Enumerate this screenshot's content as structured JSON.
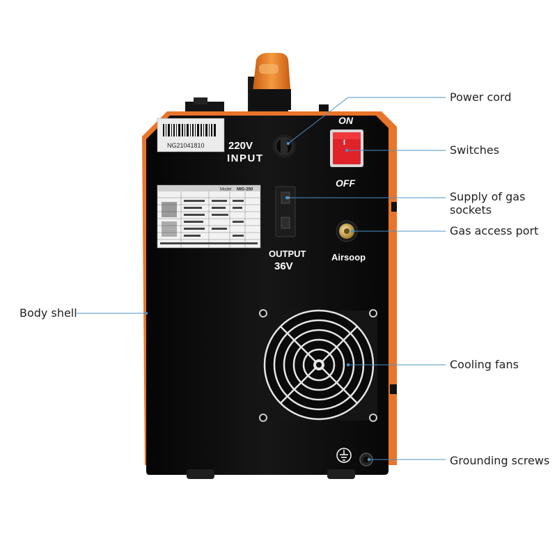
{
  "colors": {
    "accent": "#e8752a",
    "body": "#0d0d0d",
    "leader": "#4a90c8",
    "switch_red": "#e0232a",
    "text": "#222222"
  },
  "labels": {
    "power_cord": "Power cord",
    "switches": "Switches",
    "gas_supply_line1": "Supply of gas",
    "gas_supply_line2": "sockets",
    "gas_port": "Gas access port",
    "cooling": "Cooling fans",
    "body_shell": "Body shell",
    "grounding": "Grounding screws"
  },
  "panel": {
    "serial": "NG21041810",
    "input_line1": "220V",
    "input_line2": "INPUT",
    "switch_on": "ON",
    "switch_off": "OFF",
    "switch_mark": "I",
    "output_line1": "OUTPUT",
    "output_line2": "36V",
    "airsoop": "Airsoop",
    "plate_model_label": "Model",
    "plate_model": "MIG-250"
  }
}
